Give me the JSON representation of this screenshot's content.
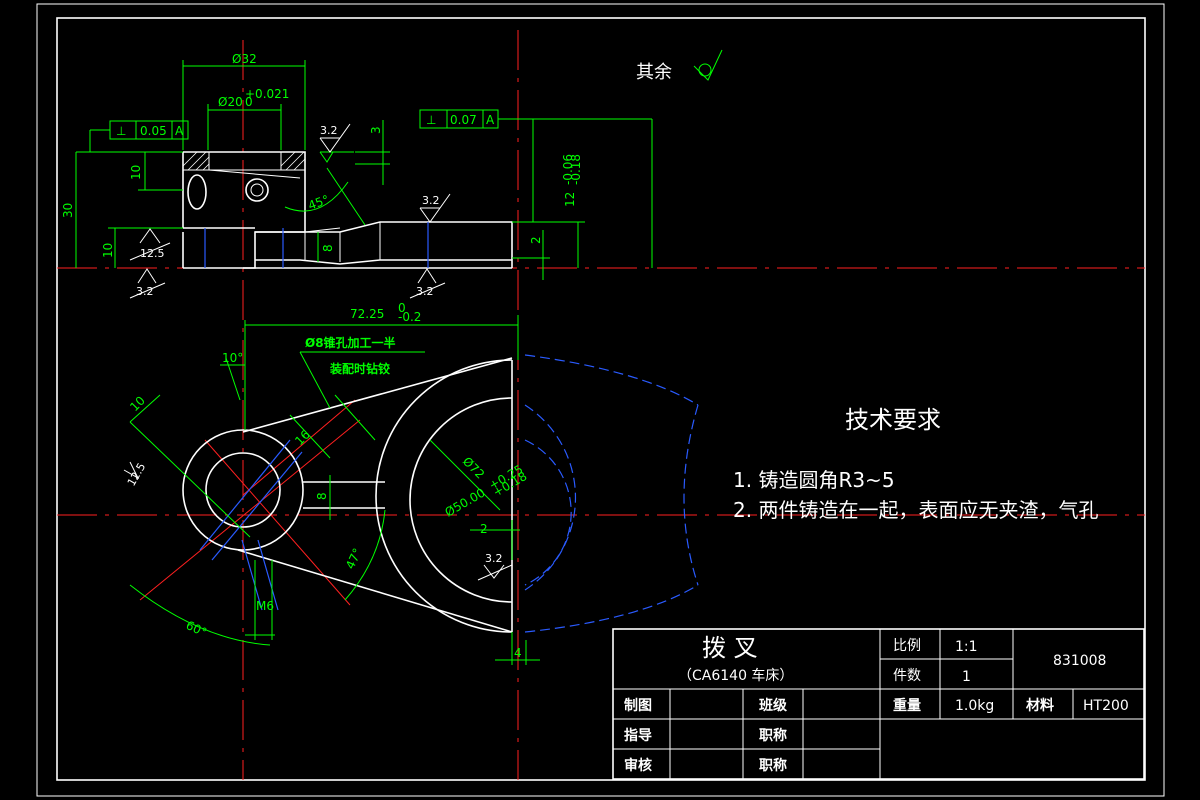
{
  "surface_finish_note": {
    "label": "其余"
  },
  "technical_requirements": {
    "title": "技术要求",
    "items": [
      "1. 铸造圆角R3~5",
      "2. 两件铸造在一起，表面应无夹渣，气孔"
    ]
  },
  "callout_note": {
    "line1": "Ø8锥孔加工一半",
    "line2": "装配时钻铰"
  },
  "dimensions": {
    "d32": "Ø32",
    "d20": "Ø20",
    "d20_tol": "+0.021",
    "d20_tol2": "0",
    "h30": "30",
    "h10a": "10",
    "h10b": "10",
    "h3": "3",
    "ang45": "45°",
    "h8": "8",
    "h2": "2",
    "h12": "12",
    "h12_tol": "-0.06",
    "h12_tol2": "-0.18",
    "len72": "72.25",
    "len72_tol": "0",
    "len72_tol2": "-0.2",
    "r10": "10",
    "ang10": "10°",
    "r16": "16",
    "d72": "Ø72",
    "d50": "Ø50.00",
    "d50_tol": "+0.25",
    "d50_tol2": "+0.18",
    "w8": "8",
    "w2": "2",
    "ang47": "47°",
    "ang60": "60°",
    "m6": "M6",
    "w4": "4"
  },
  "tolerance_frames": [
    {
      "symbol": "⊥",
      "value": "0.05",
      "datum": "A"
    },
    {
      "symbol": "⊥",
      "value": "0.07",
      "datum": "A"
    }
  ],
  "roughness": {
    "r1": "3.2",
    "r2": "3.2",
    "r3": "12.5",
    "r4": "3.2",
    "r5": "3.2",
    "r6": "12.5",
    "r7": "3.2"
  },
  "title_block": {
    "part_name": "拨  叉",
    "machine": "（CA6140 车床）",
    "scale_label": "比例",
    "scale_value": "1:1",
    "qty_label": "件数",
    "qty_value": "1",
    "weight_label": "重量",
    "weight_value": "1.0kg",
    "material_label": "材料",
    "material_value": "HT200",
    "drawing_no": "831008",
    "drawn_label": "制图",
    "class_label": "班级",
    "guide_label": "指导",
    "title_label1": "职称",
    "review_label": "审核",
    "title_label2": "职称"
  },
  "colors": {
    "outline": "#ffffff",
    "dimension": "#00ff00",
    "centerline": "#ff2020",
    "hidden": "#2a5bff",
    "background": "#000000"
  }
}
